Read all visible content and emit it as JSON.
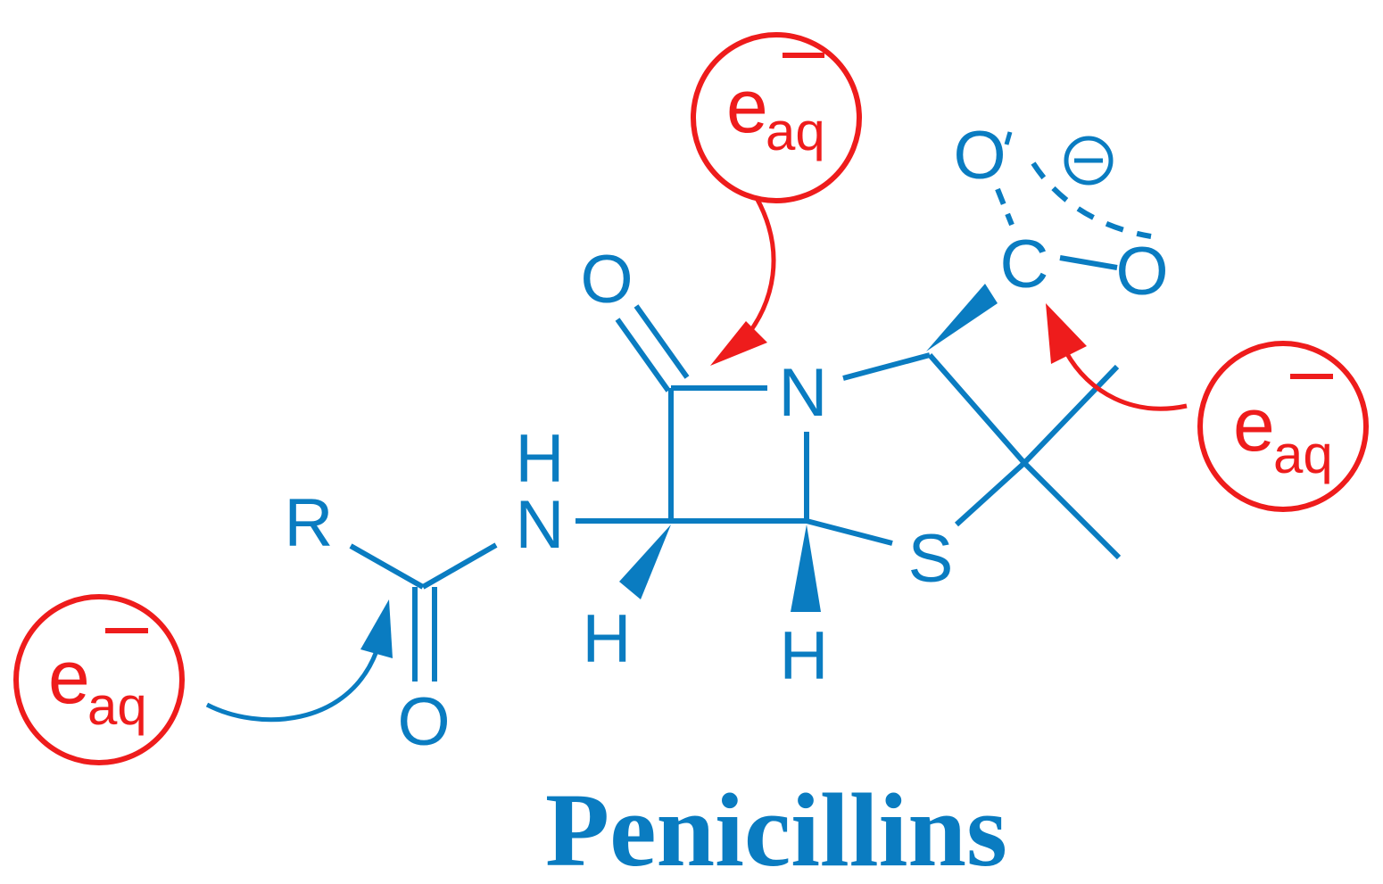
{
  "colors": {
    "structure": "#0a7cc1",
    "electron": "#ee1c1c",
    "background": "#ffffff"
  },
  "molecule": {
    "title": "Penicillins",
    "atoms": {
      "carbonyl_o": "O",
      "ring_n": "N",
      "amide_n": "N",
      "amide_h": "H",
      "r_group": "R",
      "acyl_o": "O",
      "sulfur": "S",
      "stereo_h_left": "H",
      "stereo_h_right": "H",
      "carboxyl_c": "C",
      "carboxyl_o_top": "O",
      "carboxyl_o_right": "O",
      "negative_charge": "⊖"
    }
  },
  "electrons": [
    {
      "id": "top",
      "symbol": "e",
      "subscript": "aq",
      "charge": "−"
    },
    {
      "id": "right",
      "symbol": "e",
      "subscript": "aq",
      "charge": "−"
    },
    {
      "id": "left",
      "symbol": "e",
      "subscript": "aq",
      "charge": "−"
    }
  ]
}
